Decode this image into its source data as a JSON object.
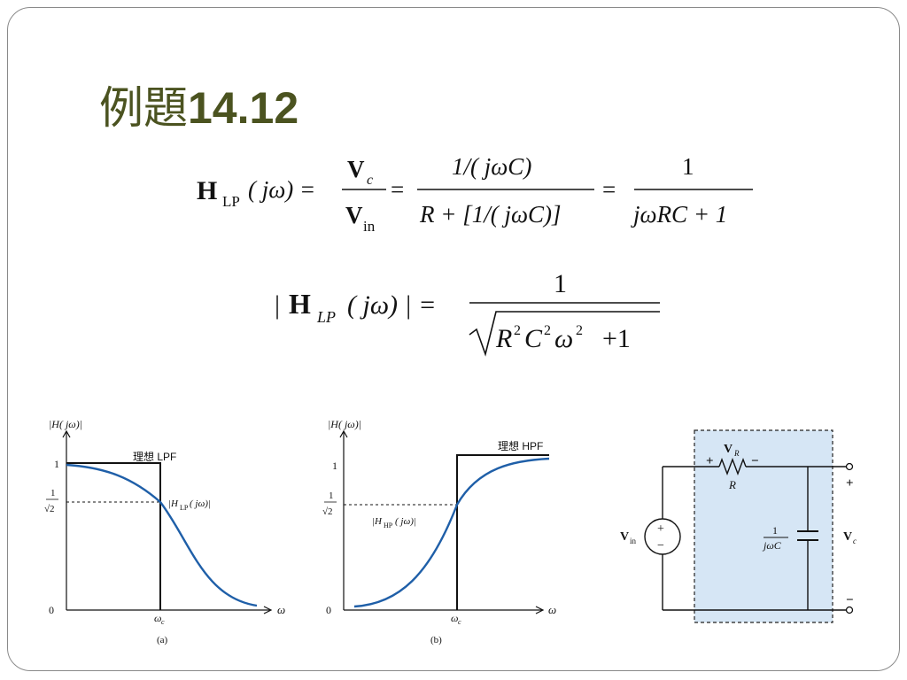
{
  "slide": {
    "title_cjk": "例題",
    "title_num": "14.12"
  },
  "equations": {
    "eq1": {
      "lhs_H": "H",
      "lhs_sub": "LP",
      "lhs_arg": "( jω) =",
      "frac1_num": "V",
      "frac1_num_sub": "c",
      "frac1_den": "V",
      "frac1_den_sub": "in",
      "eq_a": "=",
      "frac2_num": "1/( jωC)",
      "frac2_den": "R + [1/( jωC)]",
      "eq_b": "=",
      "frac3_num": "1",
      "frac3_den": "jωRC + 1"
    },
    "eq2": {
      "bar_left": "|",
      "H": "H",
      "sub": "LP",
      "arg": "( jω) | =",
      "num": "1",
      "den_R": "R",
      "den_C": "C",
      "den_w": "ω",
      "sup": "2",
      "den_plus": "+1"
    }
  },
  "figure_a": {
    "ylabel": "|H( jω)|",
    "tick_1": "1",
    "tick_half_num": "1",
    "tick_half_den": "√2",
    "tick_0": "0",
    "ideal_label": "理想 LPF",
    "curve_label": "|H",
    "curve_label_sub": "LP",
    "curve_label_arg": "( jω)|",
    "xtick_wc": "ω",
    "xtick_wc_sub": "c",
    "xaxis_label": "ω",
    "caption": "(a)"
  },
  "figure_b": {
    "ylabel": "|H( jω)|",
    "tick_1": "1",
    "tick_half_num": "1",
    "tick_half_den": "√2",
    "tick_0": "0",
    "ideal_label": "理想 HPF",
    "curve_label": "|H",
    "curve_label_sub": "HP",
    "curve_label_arg": "( jω)|",
    "xtick_wc": "ω",
    "xtick_wc_sub": "c",
    "xaxis_label": "ω",
    "caption": "(b)"
  },
  "circuit": {
    "vr_label": "V",
    "vr_sub": "R",
    "r_label": "R",
    "plus_r": "+",
    "minus_r": "−",
    "vin_label": "V",
    "vin_sub": "in",
    "src_plus": "+",
    "src_minus": "−",
    "cap_num": "1",
    "cap_den": "jωC",
    "vc_label": "V",
    "vc_sub": "c",
    "out_plus": "+",
    "out_minus": "−",
    "box_fill": "#d6e6f5"
  },
  "colors": {
    "title": "#4b5320",
    "curve": "#1f5fa8",
    "border": "#8a8a8a"
  }
}
